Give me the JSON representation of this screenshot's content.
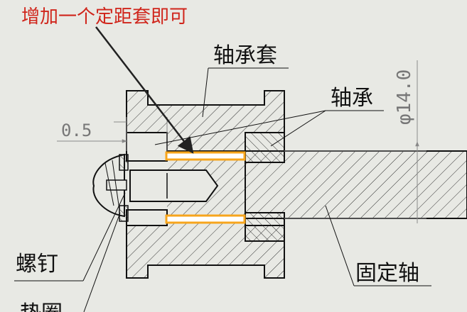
{
  "annotation": {
    "text": "增加一个定距套即可",
    "color": "#d0251b"
  },
  "labels": {
    "bearing_sleeve": "轴承套",
    "bearing": "轴承",
    "screw": "螺钉",
    "fixed_shaft": "固定轴",
    "washer_partial": "垫圈"
  },
  "dimensions": {
    "gap": "0.5",
    "diameter": "φ14.0"
  },
  "colors": {
    "spacer": "#f7a51c",
    "outline": "#111111",
    "dim_line": "#8a8a8a"
  }
}
